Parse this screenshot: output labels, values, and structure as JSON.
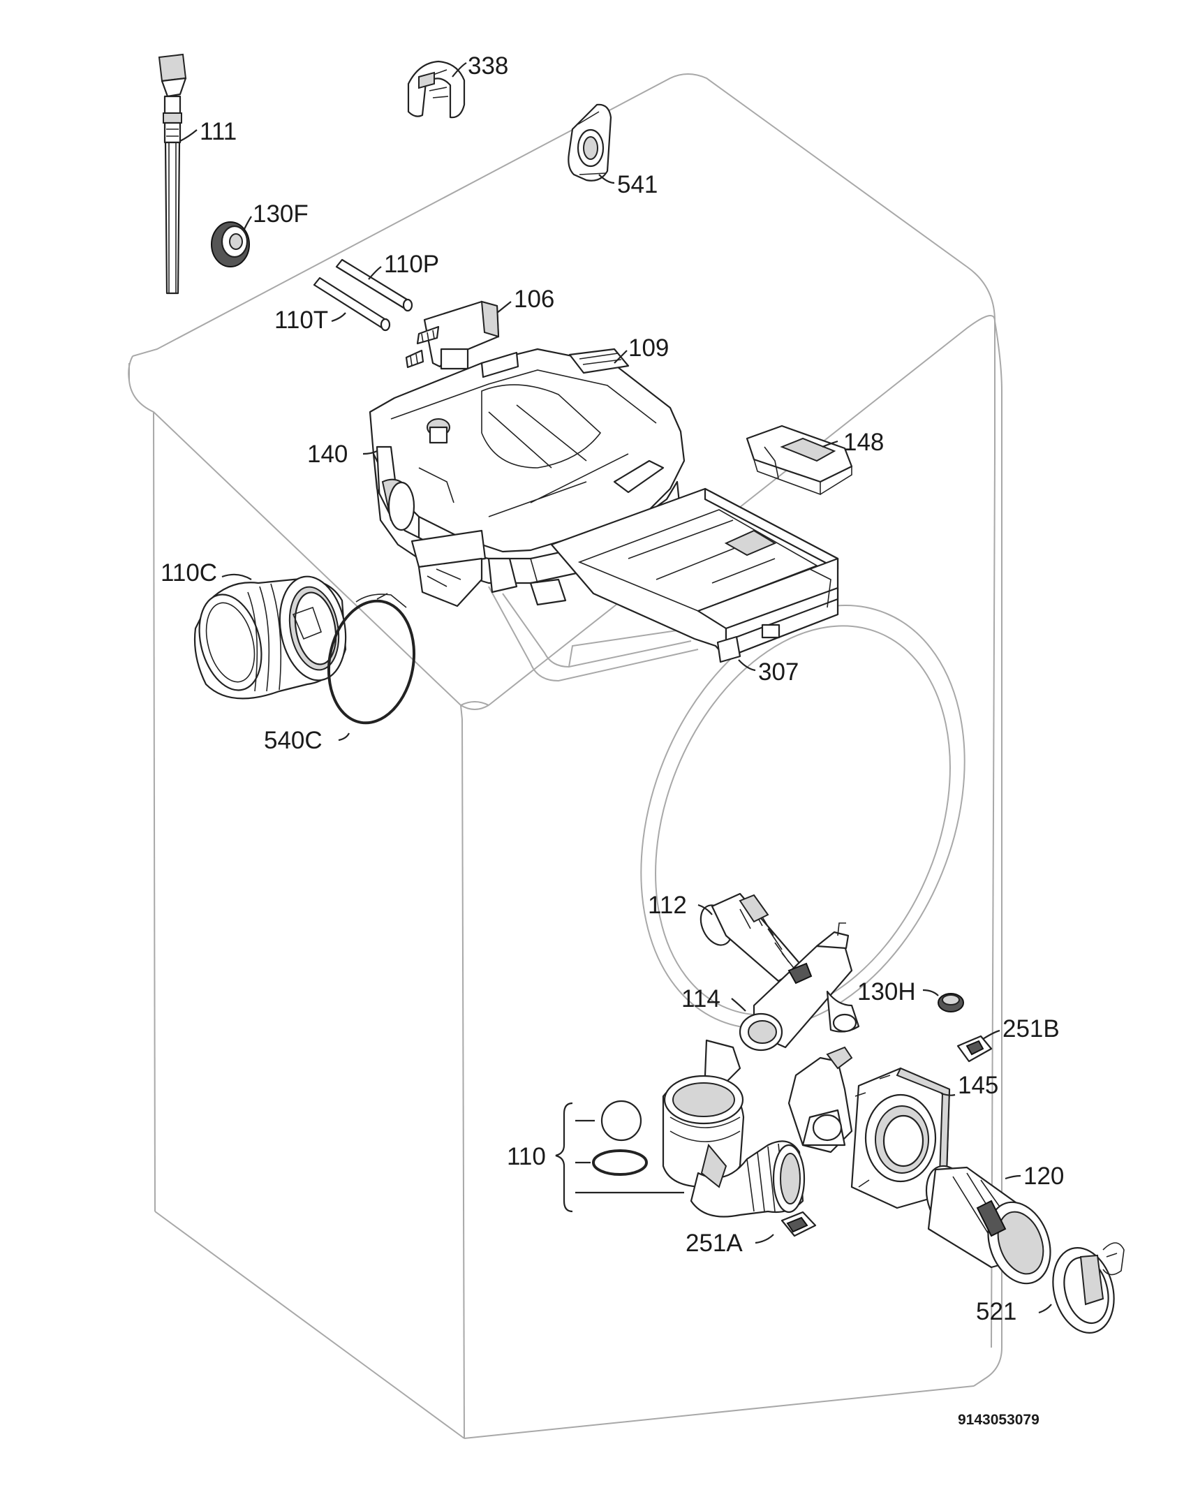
{
  "labels": {
    "l111": "111",
    "l338": "338",
    "l541": "541",
    "l130F": "130F",
    "l110P": "110P",
    "l106": "106",
    "l110T": "110T",
    "l109": "109",
    "l140": "140",
    "l148": "148",
    "l110C": "110C",
    "l307": "307",
    "l540C": "540C",
    "l112": "112",
    "l114": "114",
    "l130H": "130H",
    "l251B": "251B",
    "l145": "145",
    "l110": "110",
    "l120": "120",
    "l251A": "251A",
    "l521": "521"
  },
  "document_number": "9143053079"
}
